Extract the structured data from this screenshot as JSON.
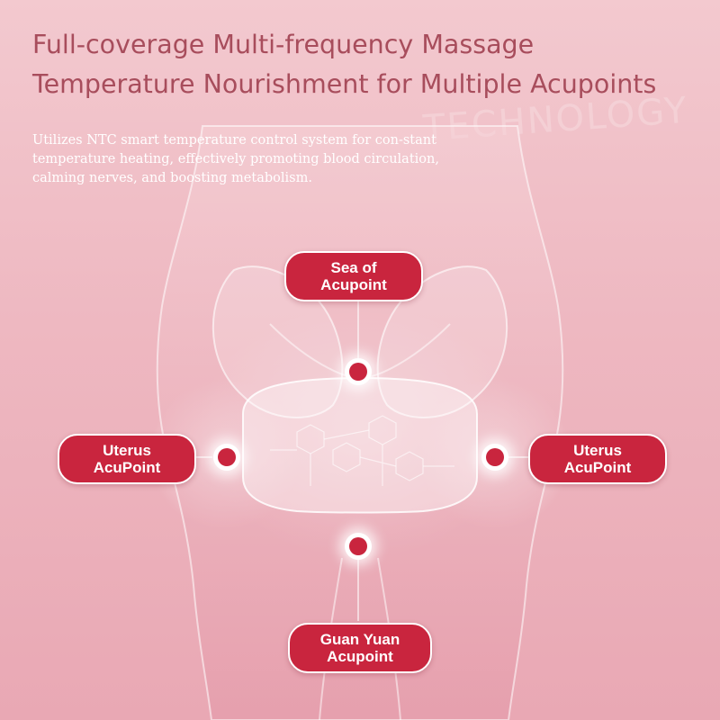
{
  "title": {
    "line1": "Full-coverage Multi-frequency Massage",
    "line2": "Temperature Nourishment for Multiple Acupoints"
  },
  "description": "Utilizes NTC smart temperature control system for con-stant temperature heating, effectively promoting blood circulation, calming nerves, and boosting metabolism.",
  "watermark": "TECHNOLOGY",
  "acupoints": {
    "top": {
      "line1": "Sea of",
      "line2": "Acupoint"
    },
    "left": {
      "line1": "Uterus",
      "line2": "AcuPoint"
    },
    "right": {
      "line1": "Uterus",
      "line2": "AcuPoint"
    },
    "bottom": {
      "line1": "Guan Yuan",
      "line2": "Acupoint"
    }
  },
  "colors": {
    "title": "#a84d5c",
    "label_bg": "#c9253e",
    "background": "#f3c9cf"
  }
}
